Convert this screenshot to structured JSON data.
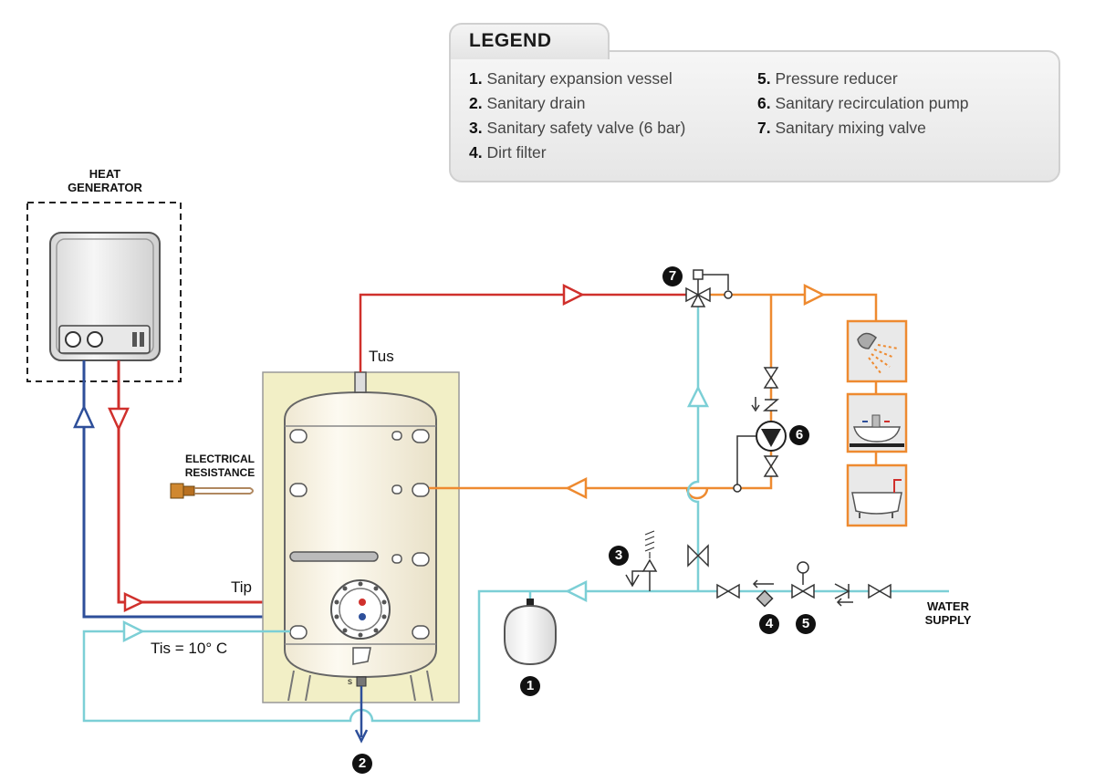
{
  "legend": {
    "title": "LEGEND",
    "items": [
      {
        "num": "1.",
        "text": "Sanitary expansion vessel"
      },
      {
        "num": "2.",
        "text": "Sanitary drain"
      },
      {
        "num": "3.",
        "text": "Sanitary safety valve (6 bar)"
      },
      {
        "num": "4.",
        "text": "Dirt filter"
      },
      {
        "num": "5.",
        "text": "Pressure reducer"
      },
      {
        "num": "6.",
        "text": "Sanitary recirculation pump"
      },
      {
        "num": "7.",
        "text": "Sanitary mixing valve"
      }
    ]
  },
  "labels": {
    "heat_generator_line1": "HEAT",
    "heat_generator_line2": "GENERATOR",
    "electrical_line1": "ELECTRICAL",
    "electrical_line2": "RESISTANCE",
    "water_supply_line1": "WATER",
    "water_supply_line2": "SUPPLY",
    "tus": "Tus",
    "tip": "Tip",
    "tis": "Tis = 10° C",
    "drain_s": "s"
  },
  "badges": {
    "b1": "1",
    "b2": "2",
    "b3": "3",
    "b4": "4",
    "b5": "5",
    "b6": "6",
    "b7": "7"
  },
  "colors": {
    "hot_supply": "#d0302c",
    "cold_return": "#2e4f9a",
    "cold_water": "#7ccfd6",
    "hot_sanitary": "#ee8a30",
    "insulation": "#f2efc6",
    "tank": "#fbf7ea"
  }
}
